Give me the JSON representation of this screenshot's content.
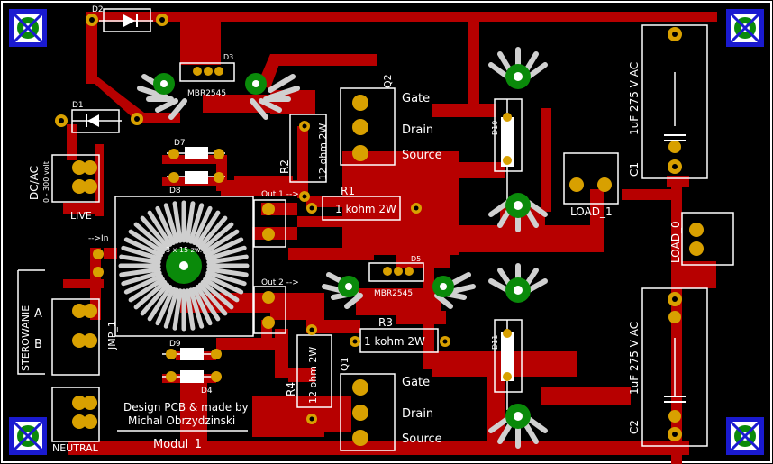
{
  "board": {
    "title": "Modul_1",
    "design_credit_line1": "Design PCB & made by",
    "design_credit_line2": "Michal Obrzydzinski"
  },
  "colors": {
    "background": "#000000",
    "copper": "#b70000",
    "pad": "#0a8a0a",
    "silkscreen": "#ffffff",
    "mount_hole": "#1a1ad0"
  },
  "parts": {
    "d1": "D1",
    "d2": "D2",
    "d3": "D3",
    "d4": "D4",
    "d5": "D5",
    "d7": "D7",
    "d8": "D8",
    "d9": "D9",
    "d10": "D10",
    "d11": "D11",
    "bridge_top": "MBR2545",
    "bridge_bottom": "MBR2545",
    "r1": "R1",
    "r1_value": "1 kohm 2W",
    "r2": "R2",
    "r2_value": "12 ohm 2W",
    "r3": "R3",
    "r3_value": "1 kohm 2W",
    "r4": "R4",
    "r4_value": "12 ohm 2W",
    "q1": "Q1",
    "q2": "Q2",
    "gate": "Gate",
    "drain": "Drain",
    "source": "Source",
    "c1": "C1",
    "c1_value": "1uF 275 V AC",
    "c2": "C2",
    "c2_value": "1uF 275 V AC",
    "load_vertical": "LOAD_0",
    "load_horizontal": "LOAD_1",
    "input_conn_line1": "DC/AC",
    "input_conn_line2": "0 - 300 volt",
    "live": "LIVE",
    "neutral": "NEUTRAL",
    "control_label": "STEROWANIE",
    "ctrl_a": "A",
    "ctrl_b": "B",
    "jmp": "JMP_1",
    "toroid_label": "3 x 15 zw.",
    "in_arrow": "-->In",
    "out1": "Out 1 -->",
    "out2": "Out 2 -->"
  }
}
